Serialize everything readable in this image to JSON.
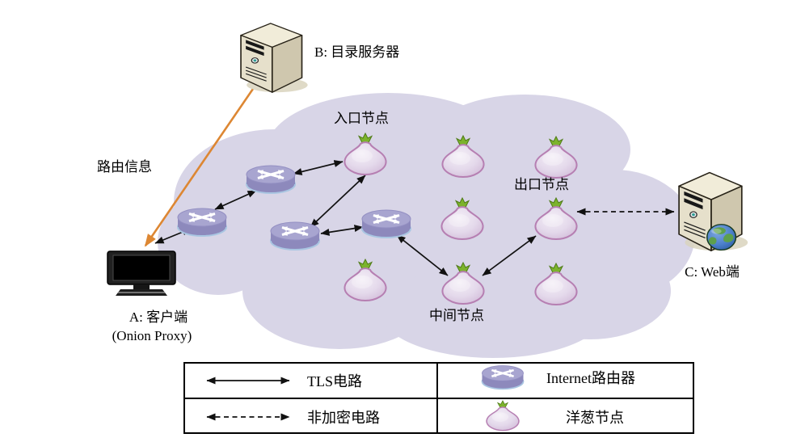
{
  "figure": {
    "description_labels": {
      "directory_server": "B: 目录服务器",
      "routing_info": "路由信息",
      "entry_node": "入口节点",
      "exit_node": "出口节点",
      "middle_node": "中间节点",
      "client_line1": "A: 客户端",
      "client_line2": "(Onion Proxy)",
      "web_endpoint": "C: Web端"
    }
  },
  "labels": {
    "directory_server": "B: 目录服务器",
    "routing_info": "路由信息",
    "entry_node": "入口节点",
    "exit_node": "出口节点",
    "middle_node": "中间节点",
    "client_line1": "A: 客户端",
    "client_line2": "(Onion Proxy)",
    "web_endpoint": "C: Web端"
  },
  "legend": {
    "tls_label": "TLS电路",
    "unencrypted_label": "非加密电路",
    "router_label": "Internet路由器",
    "onion_label": "洋葱节点"
  },
  "icons": {
    "router": "internet-router-icon",
    "onion": "onion-node-icon",
    "server": "server-tower-icon",
    "client": "client-monitor-icon",
    "globe": "globe-icon",
    "cloud": "network-cloud"
  },
  "colors": {
    "cloud": "#d8d5e7",
    "router_side": "#8d89bc",
    "router_top": "#a8a5d0",
    "router_rim": "#a9c6e2",
    "onion_stroke": "#b67fb2",
    "onion_sprout": "#7cb32c",
    "server_front": "#e6e0cb",
    "server_side": "#cfc7ae",
    "server_top": "#f1ecd9",
    "routing_arrow": "#dd8733",
    "circuit_arrow": "#111111",
    "globe_sea": "#4b7fca",
    "globe_land": "#5da04b",
    "background": "#ffffff"
  }
}
